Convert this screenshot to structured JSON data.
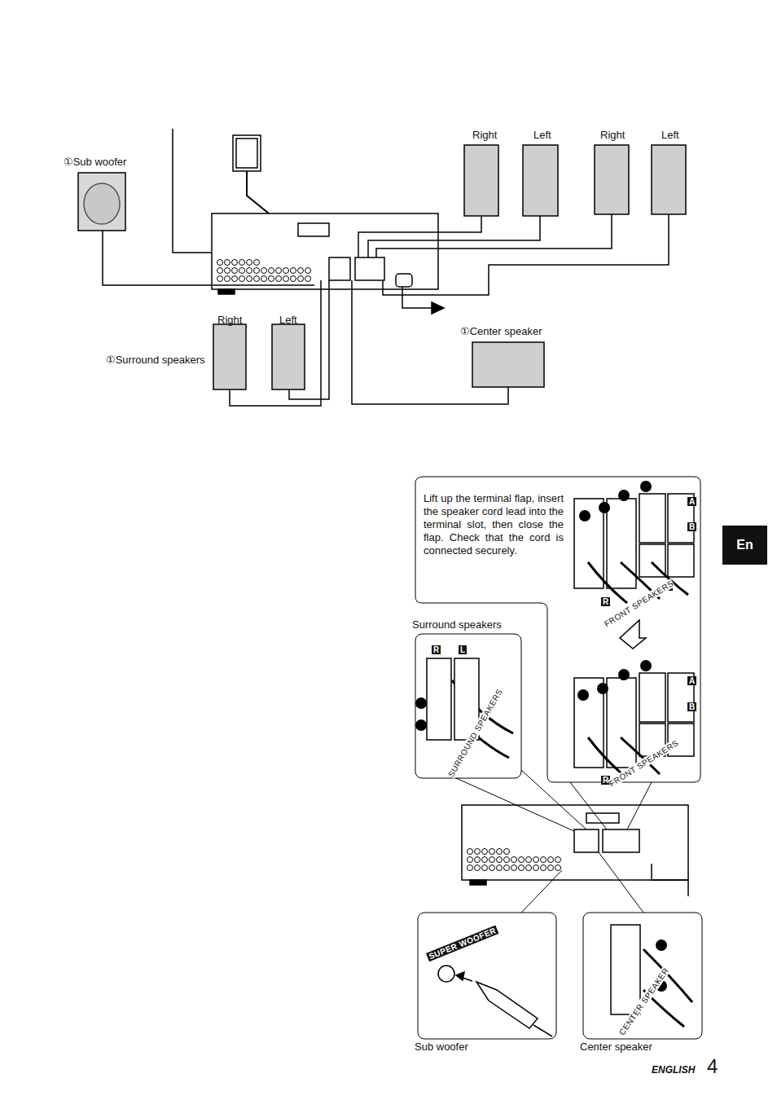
{
  "diagram": {
    "nodes": [
      {
        "text": [
          "Lift up the terminal flap, insert the speaker cord lead into the terminal slot, then close the flap. Check that the cord is connected securely."
        ]
      },
      {
        "text": [
          "En"
        ]
      },
      {
        "text": [
          "Surround speakers"
        ]
      },
      {
        "text": [
          "Sub woofer"
        ]
      },
      {
        "text": [
          "Center speaker"
        ]
      }
    ],
    "labels": [
      "①Sub woofer",
      "Right",
      "Left",
      "Right",
      "Left",
      "①Surround speakers",
      "Right",
      "Left",
      "①Center speaker",
      "A",
      "B",
      "R",
      "L",
      "FRONT SPEAKERS",
      "A",
      "B",
      "R",
      "FRONT SPEAKERS",
      "R",
      "L",
      "SURROUND SPEAKERS",
      "SUPER WOOFER",
      "CENTER SPEAKER",
      "ENGLISH",
      "4"
    ]
  }
}
